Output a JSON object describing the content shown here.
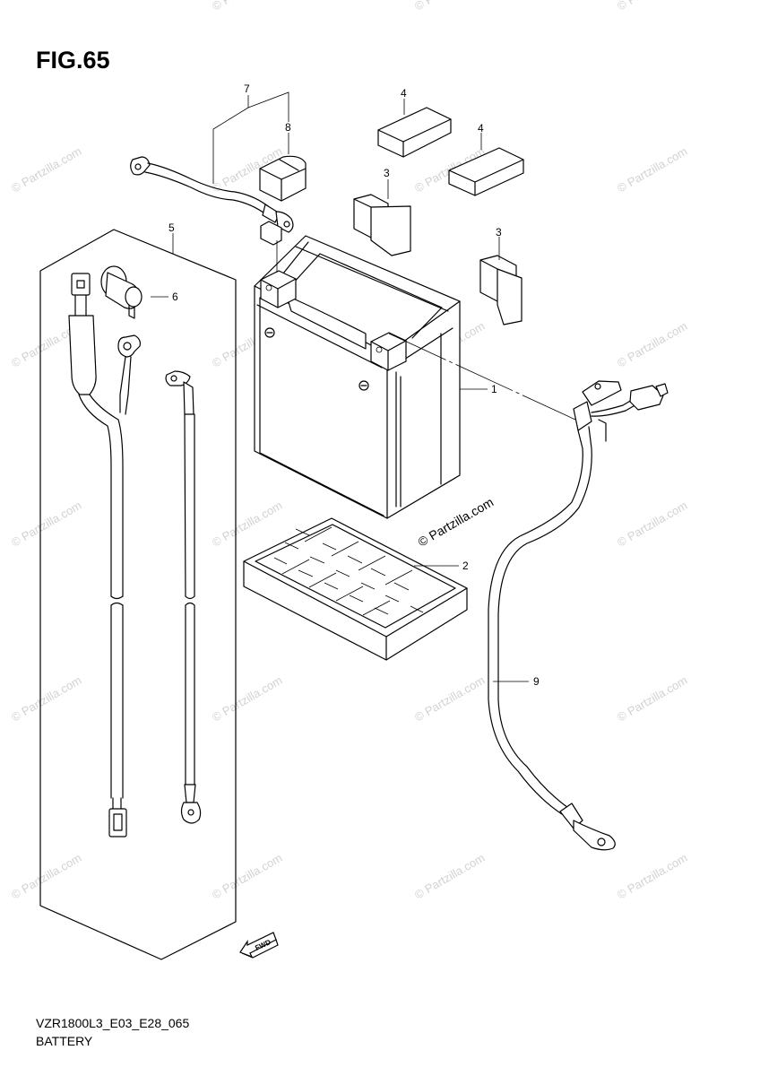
{
  "figure": {
    "title": "FIG.65",
    "code": "VZR1800L3_E03_E28_065",
    "name": "BATTERY"
  },
  "callouts": [
    "1",
    "2",
    "3",
    "3",
    "4",
    "4",
    "5",
    "6",
    "7",
    "8",
    "9"
  ],
  "watermark": {
    "text": "© Partzilla.com",
    "center_text": "© Partzilla.com"
  },
  "direction_marker": {
    "label": "FWD"
  }
}
